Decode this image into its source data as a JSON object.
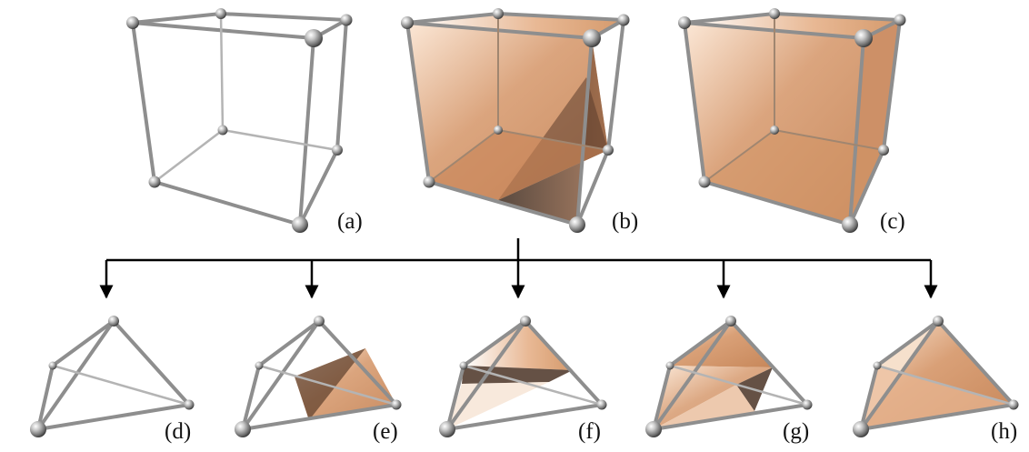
{
  "figure": {
    "colors": {
      "face": "#d59a6c",
      "face_light": "#f3cfb0",
      "face_dark": "#7a5138",
      "edge": "#9a9a9a",
      "arrow": "#000000"
    },
    "panels": [
      {
        "id": "a",
        "label": "(a)",
        "shape": "cube",
        "fill": "none"
      },
      {
        "id": "b",
        "label": "(b)",
        "shape": "cube",
        "fill": "cut-surface"
      },
      {
        "id": "c",
        "label": "(c)",
        "shape": "cube",
        "fill": "full"
      },
      {
        "id": "d",
        "label": "(d)",
        "shape": "tetrahedron",
        "fill": "none"
      },
      {
        "id": "e",
        "label": "(e)",
        "shape": "tetrahedron",
        "fill": "one-triangle"
      },
      {
        "id": "f",
        "label": "(f)",
        "shape": "tetrahedron",
        "fill": "quad-cut"
      },
      {
        "id": "g",
        "label": "(g)",
        "shape": "tetrahedron",
        "fill": "two-faces"
      },
      {
        "id": "h",
        "label": "(h)",
        "shape": "tetrahedron",
        "fill": "full"
      }
    ]
  }
}
